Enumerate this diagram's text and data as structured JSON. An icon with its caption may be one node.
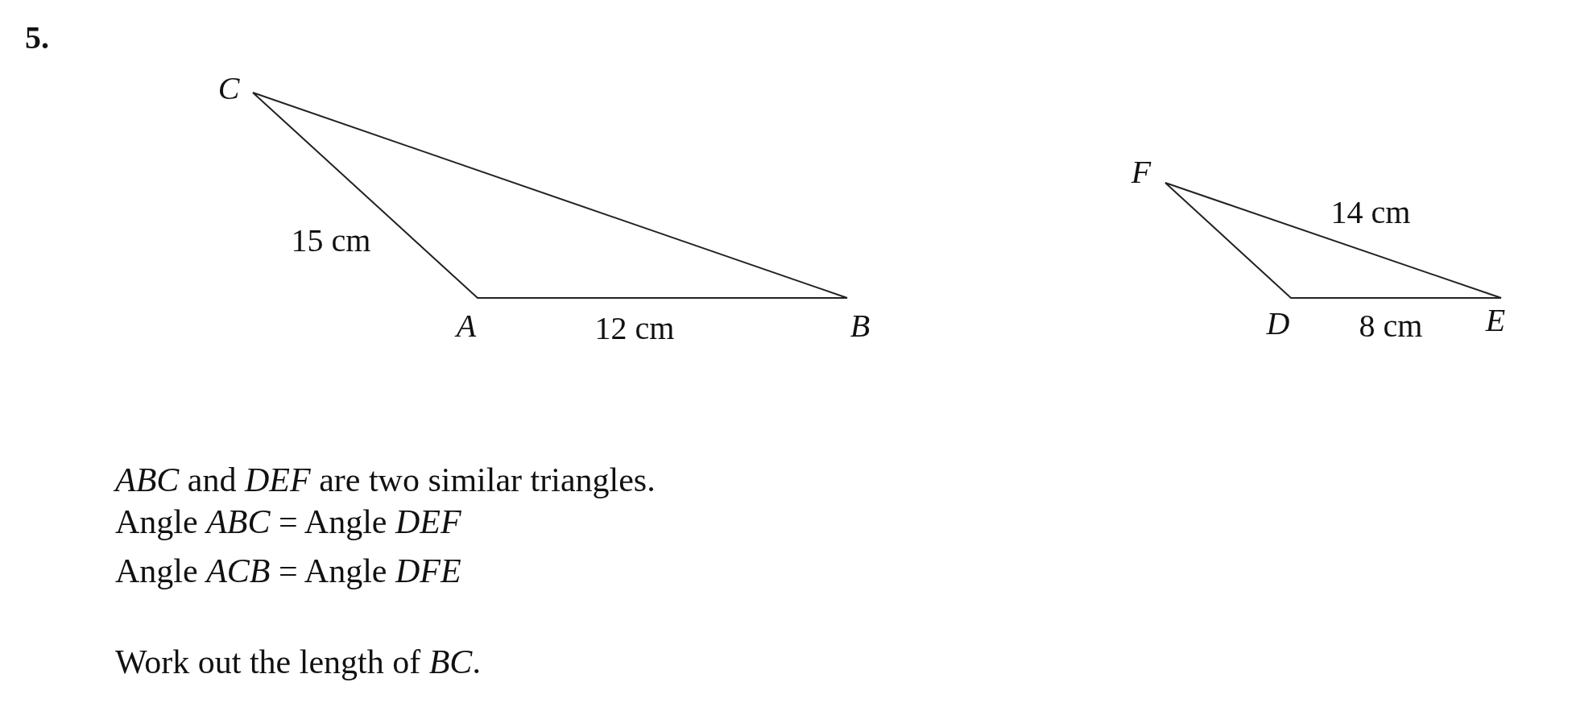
{
  "diagram": {
    "labels": [
      "5.",
      "C",
      "15 cm",
      "A",
      "12 cm",
      "B",
      "F",
      "14 cm",
      "D",
      "8 cm",
      "E",
      "*ABC* and *DEF* are two similar triangles.",
      "Angle *ABC* = Angle *DEF*",
      "Angle *ACB* = Angle *DFE*",
      "Work out the length of *BC*."
    ]
  }
}
